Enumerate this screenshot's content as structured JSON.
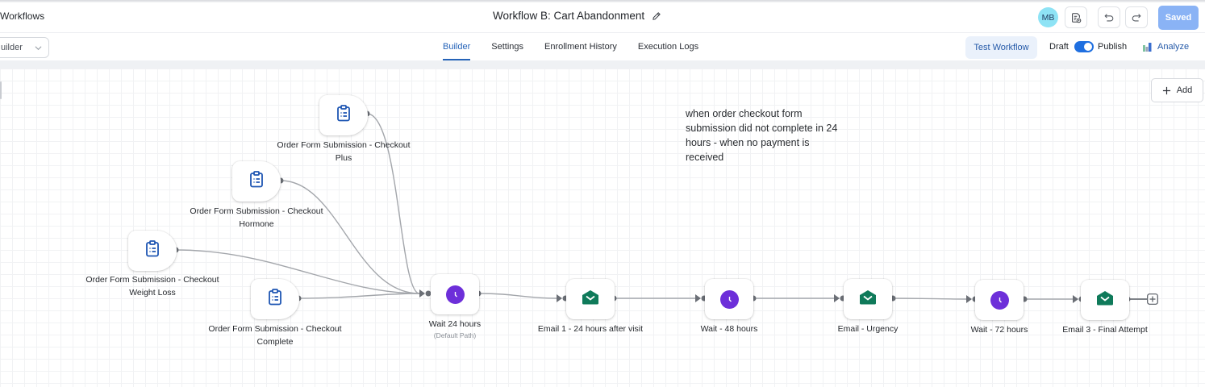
{
  "header": {
    "app_title": "Workflows",
    "workflow_title": "Workflow B: Cart Abandonment",
    "avatar_initials": "MB",
    "saved_label": "Saved",
    "icons": {
      "edit": "pencil-icon",
      "history": "document-history-icon",
      "undo": "undo-icon",
      "redo": "redo-icon"
    }
  },
  "subbar": {
    "view_select": "uilder",
    "tabs": [
      {
        "label": "Builder",
        "active": true
      },
      {
        "label": "Settings",
        "active": false
      },
      {
        "label": "Enrollment History",
        "active": false
      },
      {
        "label": "Execution Logs",
        "active": false
      }
    ],
    "test_workflow_label": "Test Workflow",
    "draft_label": "Draft",
    "publish_label": "Publish",
    "publish_toggle_on": true,
    "analyze_label": "Analyze"
  },
  "canvas": {
    "add_label": "Add",
    "note": "when order checkout form submission did not complete in 24 hours - when no payment is received",
    "triggers": [
      {
        "label": "Order Form Submission - Checkout Plus",
        "icon": "clipboard-list-icon"
      },
      {
        "label": "Order Form Submission - Checkout Hormone",
        "icon": "clipboard-list-icon"
      },
      {
        "label": "Order Form Submission - Checkout Weight Loss",
        "icon": "clipboard-list-icon"
      },
      {
        "label": "Order Form Submission - Checkout Complete",
        "icon": "clipboard-list-icon"
      }
    ],
    "actions": [
      {
        "label": "Wait 24 hours",
        "sublabel": "(Default Path)",
        "type": "wait",
        "icon": "clock-icon"
      },
      {
        "label": "Email 1 - 24 hours after visit",
        "type": "email",
        "icon": "envelope-open-icon"
      },
      {
        "label": "Wait - 48 hours",
        "type": "wait",
        "icon": "clock-icon"
      },
      {
        "label": "Email - Urgency",
        "type": "email",
        "icon": "envelope-open-icon"
      },
      {
        "label": "Wait - 72 hours",
        "type": "wait",
        "icon": "clock-icon"
      },
      {
        "label": "Email 3 - Final Attempt",
        "type": "email",
        "icon": "envelope-open-icon"
      }
    ]
  },
  "colors": {
    "accent_blue": "#2563b8",
    "saved_button": "#8ab3f5",
    "wait_purple": "#6d2fd9",
    "email_green": "#0f7a5a",
    "form_blue": "#1e56b3",
    "avatar_cyan": "#8ee3f5"
  }
}
